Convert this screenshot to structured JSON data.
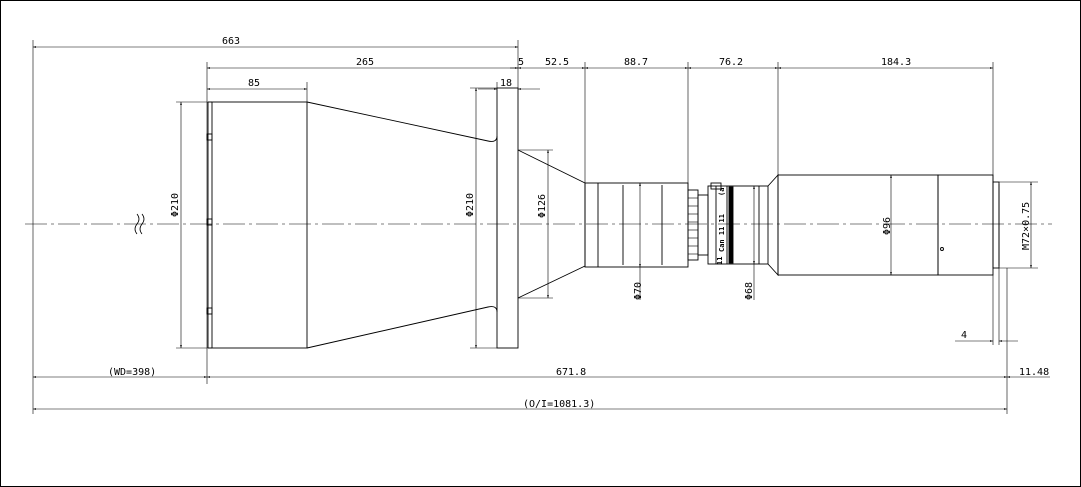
{
  "dimensions": {
    "overall_663": "663",
    "front_265": "265",
    "hood_85": "85",
    "gap_5": "5",
    "flange_18": "18",
    "seg_52_5": "52.5",
    "seg_88_7": "88.7",
    "seg_76_2": "76.2",
    "seg_184_3": "184.3",
    "wd": "(WD=398)",
    "length_671_8": "671.8",
    "back_11_48": "11.48",
    "thread_4": "4",
    "oi": "(O/I=1081.3)"
  },
  "diameters": {
    "front_210": "Φ210",
    "flange_210": "Φ210",
    "cone_126": "Φ126",
    "barrel_70": "Φ70",
    "ring_68": "Φ68",
    "body_96": "Φ96",
    "thread_m72": "M72×0.75"
  },
  "ring_markings": {
    "left": "11",
    "middle": "Can 11 11",
    "right": "(a"
  }
}
